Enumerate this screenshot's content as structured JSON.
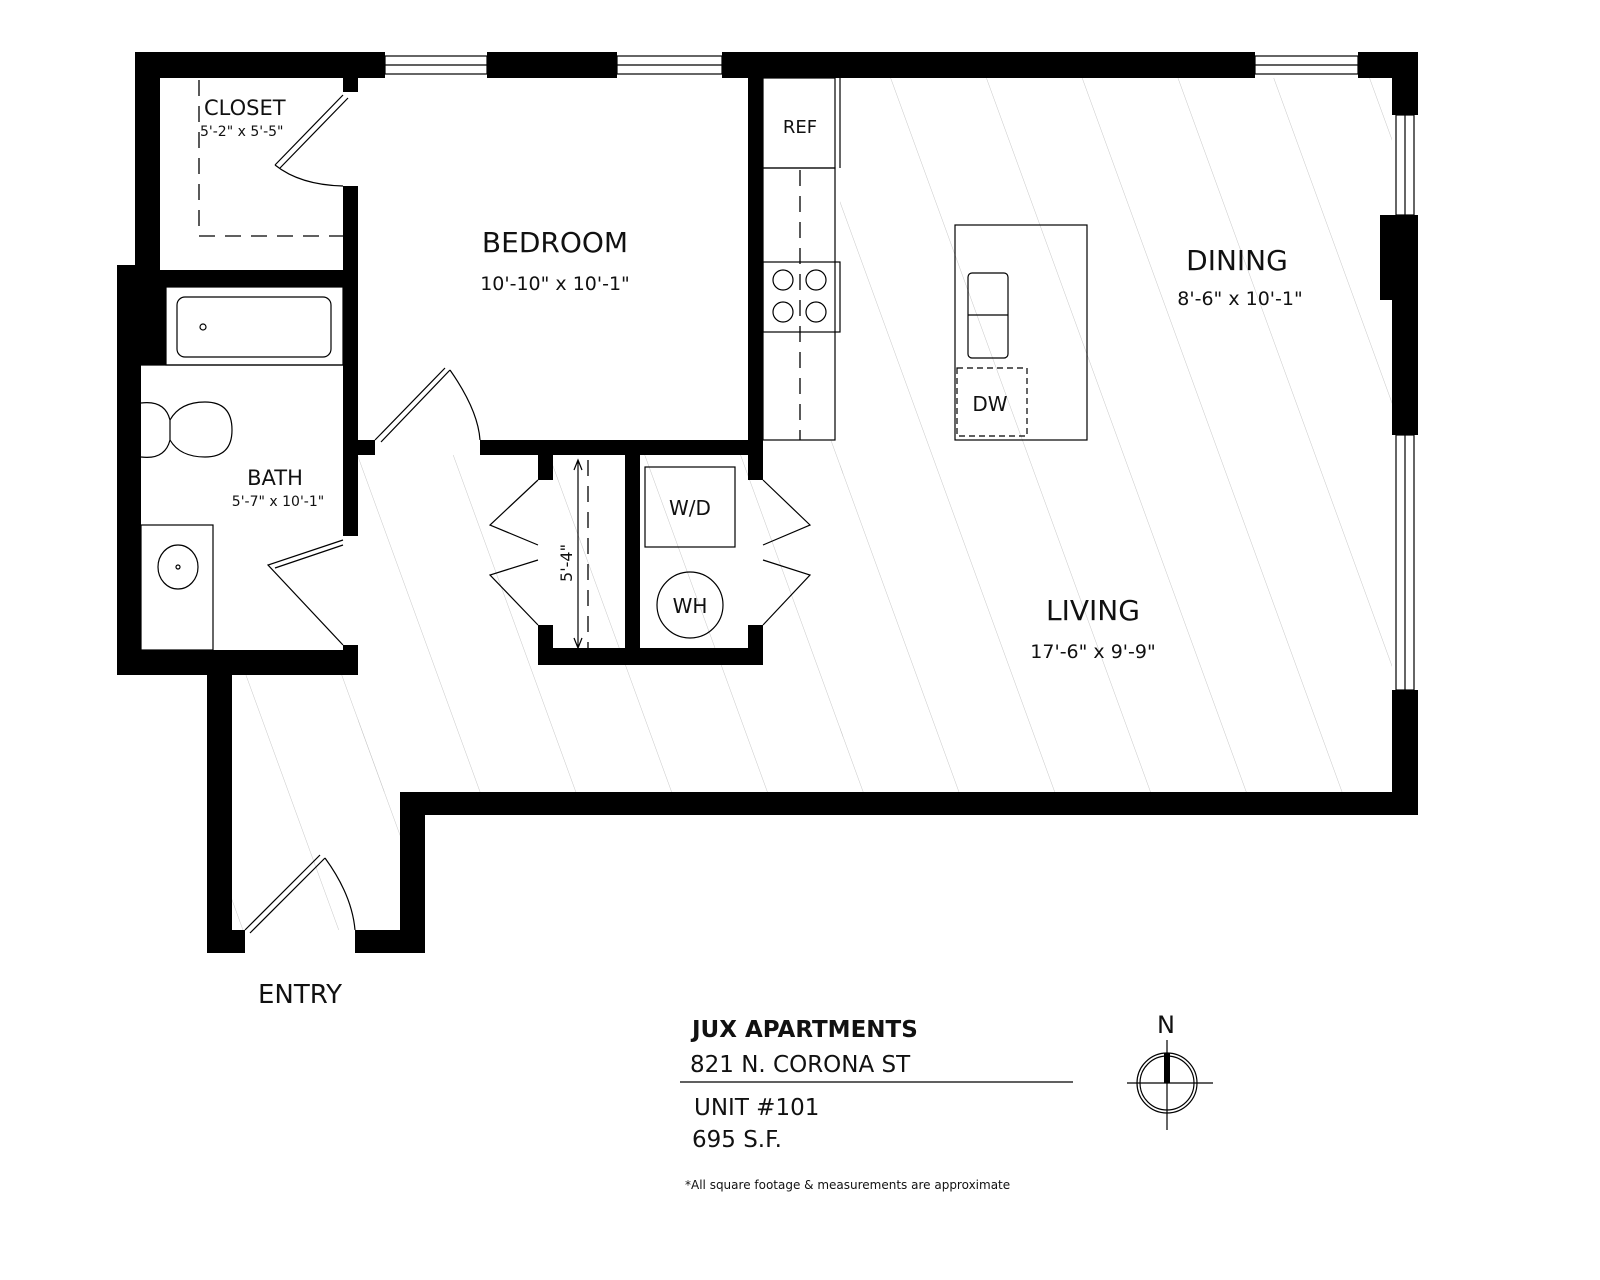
{
  "rooms": {
    "closet": {
      "name": "CLOSET",
      "dims": "5'-2\" x 5'-5\""
    },
    "bedroom": {
      "name": "BEDROOM",
      "dims": "10'-10\" x 10'-1\""
    },
    "bath": {
      "name": "BATH",
      "dims": "5'-7\" x 10'-1\""
    },
    "dining": {
      "name": "DINING",
      "dims": "8'-6\" x 10'-1\""
    },
    "living": {
      "name": "LIVING",
      "dims": "17'-6\" x 9'-9\""
    },
    "entry": {
      "name": "ENTRY"
    }
  },
  "fixtures": {
    "ref": "REF",
    "dw": "DW",
    "wd": "W/D",
    "wh": "WH",
    "hall_closet_dim": "5'-4\""
  },
  "title_block": {
    "name": "JUX APARTMENTS",
    "address": "821 N. CORONA ST",
    "unit": "UNIT #101",
    "area": "695 S.F.",
    "disclaimer": "*All square footage & measurements are approximate"
  },
  "compass": {
    "label": "N"
  },
  "colors": {
    "wall": "#000000",
    "floor_hatch": "#c8c8c8"
  }
}
